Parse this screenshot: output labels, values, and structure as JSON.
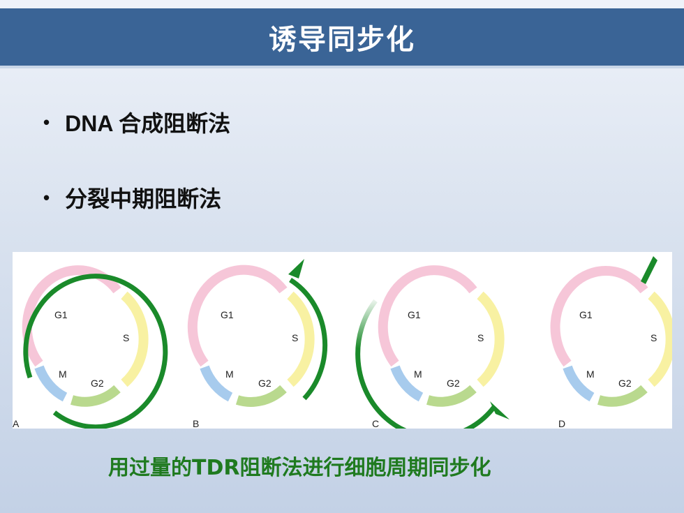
{
  "slide": {
    "title": "诱导同步化",
    "bullets": [
      "DNA 合成阻断法",
      "分裂中期阻断法"
    ],
    "caption": "用过量的TDR阻断法进行细胞周期同步化"
  },
  "diagram": {
    "panels": [
      {
        "label": "A",
        "phases": {
          "g1": "G1",
          "s": "S",
          "g2": "G2",
          "m": "M"
        }
      },
      {
        "label": "B",
        "phases": {
          "g1": "G1",
          "s": "S",
          "g2": "G2",
          "m": "M"
        }
      },
      {
        "label": "C",
        "phases": {
          "g1": "G1",
          "s": "S",
          "g2": "G2",
          "m": "M"
        }
      },
      {
        "label": "D",
        "phases": {
          "g1": "G1",
          "s": "S",
          "g2": "G2",
          "m": "M"
        }
      }
    ],
    "colors": {
      "g1": "#f6c6d8",
      "s": "#f8f1a2",
      "g2": "#b9d98e",
      "m": "#a7cbed",
      "arc": "#1a8a2a"
    }
  }
}
